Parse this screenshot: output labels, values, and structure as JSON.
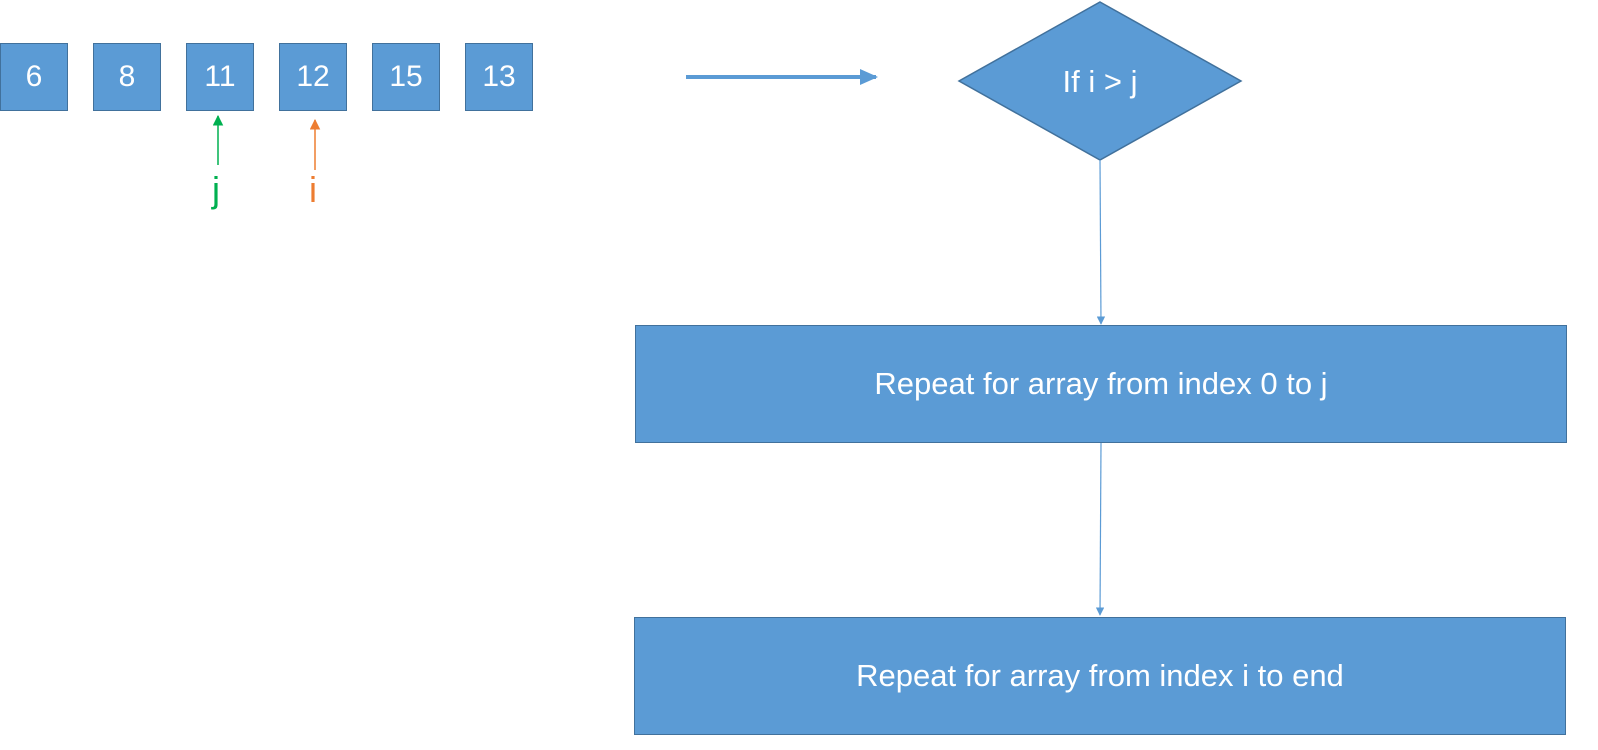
{
  "array": {
    "cells": [
      "6",
      "8",
      "11",
      "12",
      "15",
      "13"
    ]
  },
  "pointers": {
    "j": {
      "label": "j",
      "color": "#00b050"
    },
    "i": {
      "label": "i",
      "color": "#ed7d31"
    }
  },
  "flow": {
    "decision": "If i > j",
    "step1": "Repeat for array from index 0 to j",
    "step2": "Repeat for array from index i to end"
  },
  "colors": {
    "shape_fill": "#5b9bd5",
    "shape_border": "#41719c",
    "connector": "#5b9bd5",
    "text": "#ffffff"
  }
}
